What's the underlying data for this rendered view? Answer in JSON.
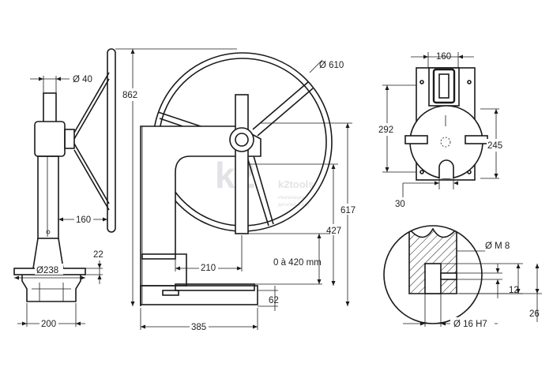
{
  "watermark": {
    "logo": "k2",
    "brand": "k2tools",
    "tag1": "Реализация",
    "tag2": "деталей и изд"
  },
  "side_view": {
    "d_top": "Ø 40",
    "d_base": "Ø238",
    "h_small": "22",
    "w_base": "200",
    "reach": "160"
  },
  "front_view": {
    "height": "862",
    "wheel": "Ø 610",
    "table_height": "617",
    "max_stroke": "427",
    "throat": "210",
    "range": "0 à 420 mm",
    "table_top": "62",
    "base_width": "385"
  },
  "table_view": {
    "width": "160",
    "depth": "292",
    "dia_table": "245",
    "slot": "30"
  },
  "detail_view": {
    "thread": "Ø M 8",
    "depth": "12",
    "bore": "Ø 16 H7",
    "length": "26"
  }
}
